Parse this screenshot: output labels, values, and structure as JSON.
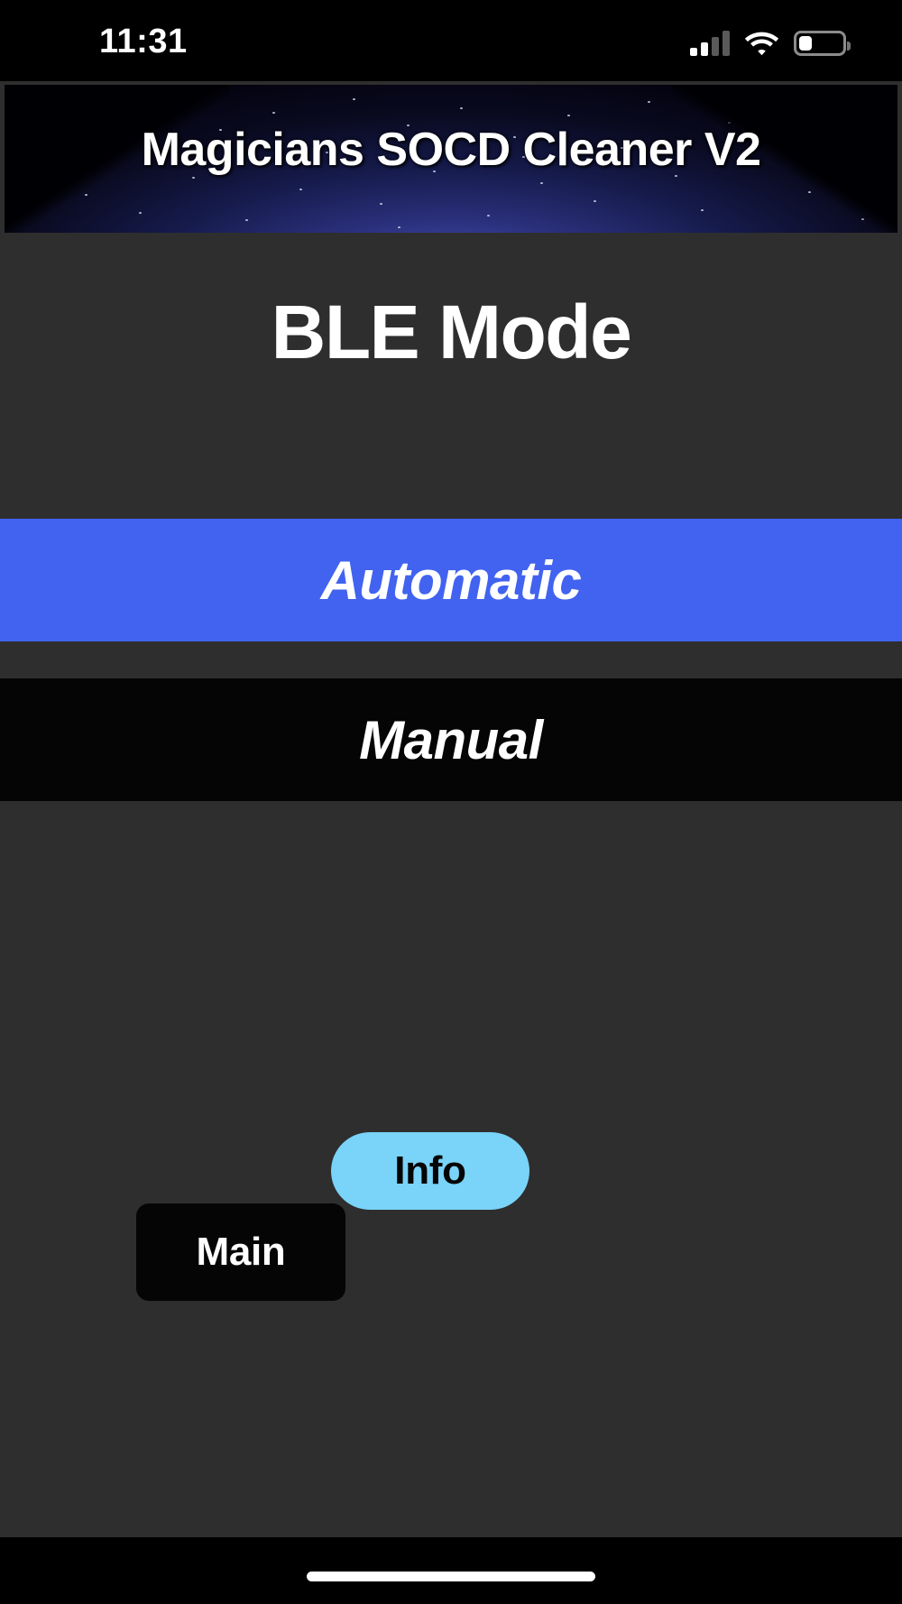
{
  "status_bar": {
    "time": "11:31",
    "cellular_icon": "signal-bars-icon",
    "cellular_bars_lit": 2,
    "cellular_bars_total": 4,
    "wifi_icon": "wifi-icon",
    "battery_icon": "battery-icon",
    "battery_level_pct": 25
  },
  "banner": {
    "title": "Magicians SOCD Cleaner V2",
    "background": "starfield-space-image"
  },
  "page": {
    "title": "BLE Mode"
  },
  "modes": {
    "automatic": {
      "label": "Automatic",
      "selected": true,
      "color": "#4163f0"
    },
    "manual": {
      "label": "Manual",
      "selected": false,
      "color": "#050505"
    }
  },
  "actions": {
    "info": {
      "label": "Info",
      "color": "#7ad3f8",
      "text_color": "#050505"
    },
    "main": {
      "label": "Main",
      "color": "#050505",
      "text_color": "#ffffff"
    }
  },
  "home_indicator": {
    "name": "home-indicator"
  },
  "theme": {
    "app_background": "#2e2e2e",
    "system_background": "#000000",
    "accent_blue": "#4163f0",
    "accent_cyan": "#7ad3f8",
    "text_primary": "#ffffff"
  }
}
